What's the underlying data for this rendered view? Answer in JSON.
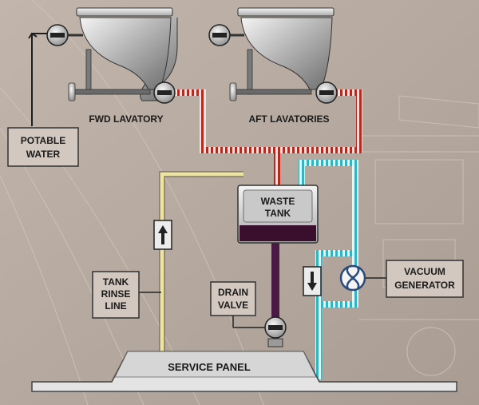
{
  "labels": {
    "fwd_lavatory": "FWD LAVATORY",
    "aft_lavatories": "AFT LAVATORIES",
    "potable_water_1": "POTABLE",
    "potable_water_2": "WATER",
    "waste_tank_1": "WASTE",
    "waste_tank_2": "TANK",
    "tank_rinse_1": "TANK",
    "tank_rinse_2": "RINSE",
    "tank_rinse_3": "LINE",
    "drain_valve_1": "DRAIN",
    "drain_valve_2": "VALVE",
    "vacuum_1": "VACUUM",
    "vacuum_2": "GENERATOR",
    "service_panel": "SERVICE PANEL"
  },
  "colors": {
    "background": "#b9aca2",
    "waste_line": "#b22a22",
    "vacuum_line": "#2fb4c4",
    "rinse_line": "#ece4a0",
    "drain_line": "#4a1a44",
    "waste_fill": "#3a0f2e",
    "label_box": "#d2c8bf",
    "text": "#1a1a1a"
  },
  "icons": {
    "valve": "valve-icon",
    "arrow_up": "arrow-up-icon",
    "arrow_down": "arrow-down-icon",
    "fan": "vacuum-fan-icon",
    "toilet": "toilet-bowl-icon"
  }
}
